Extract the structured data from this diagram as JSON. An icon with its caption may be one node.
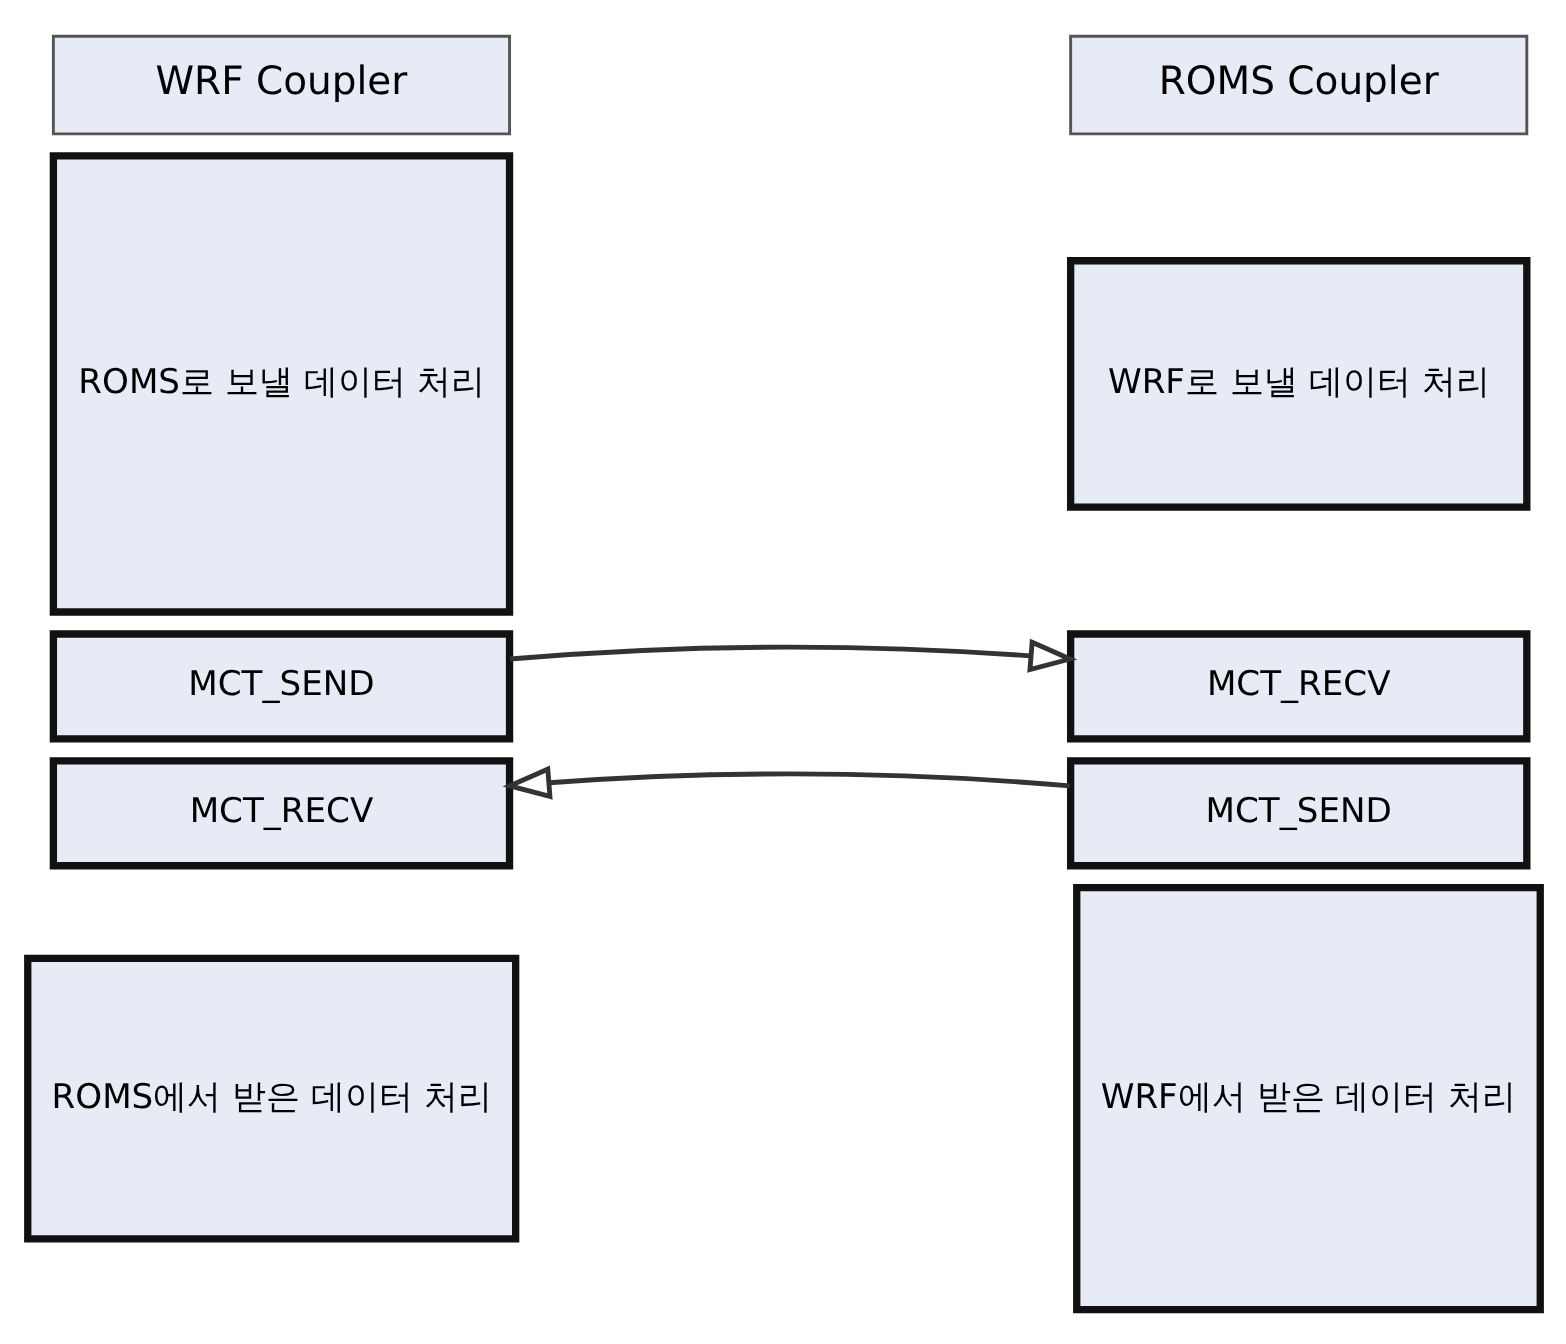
{
  "diagram": {
    "nodes": [
      {
        "text": [
          "WRF Coupler"
        ]
      },
      {
        "text": [
          "ROMS로 보낼 데이터 처리"
        ]
      },
      {
        "text": [
          "MCT_SEND"
        ]
      },
      {
        "text": [
          "MCT_RECV"
        ]
      },
      {
        "text": [
          "ROMS에서 받은 데이터 처리"
        ]
      },
      {
        "text": [
          "ROMS Coupler"
        ]
      },
      {
        "text": [
          "WRF로 보낼 데이터 처리"
        ]
      },
      {
        "text": [
          "MCT_RECV"
        ]
      },
      {
        "text": [
          "MCT_SEND"
        ]
      },
      {
        "text": [
          "WRF에서 받은 데이터 처리"
        ]
      }
    ],
    "edges": [
      {
        "from": 2,
        "to": 7,
        "arrow": "to"
      },
      {
        "from": 8,
        "to": 3,
        "arrow": "to"
      }
    ]
  }
}
